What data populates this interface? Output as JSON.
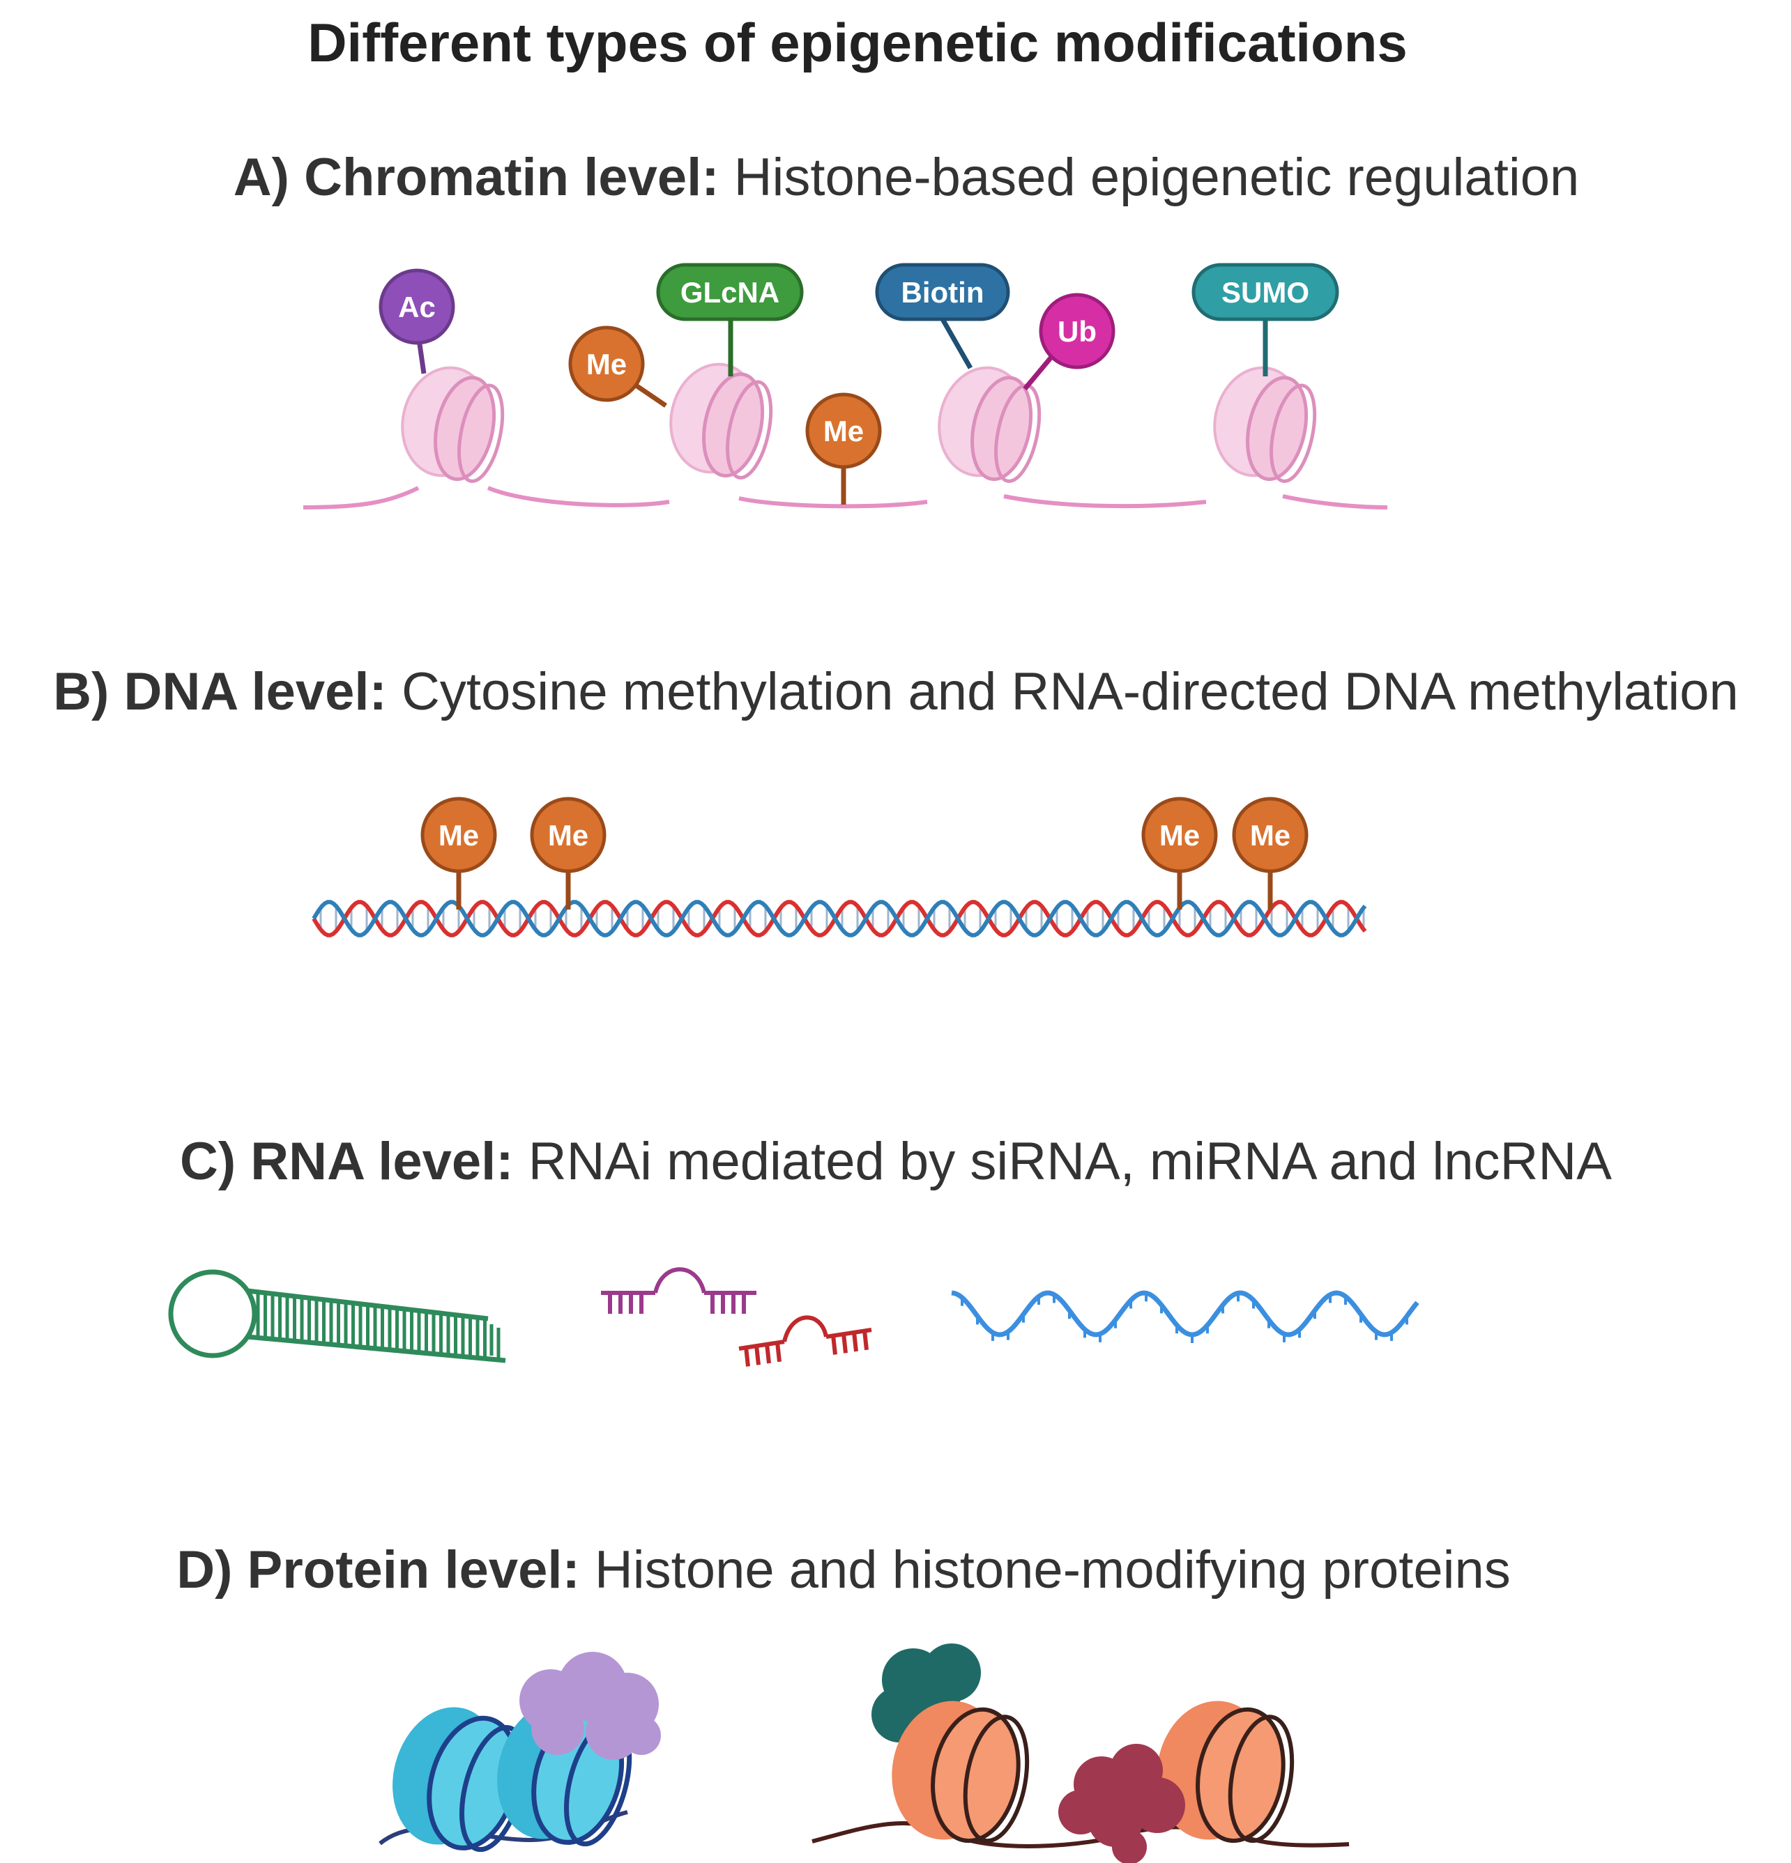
{
  "title": "Different types of epigenetic modifications",
  "sections": {
    "a": {
      "bold": "A) Chromatin level:",
      "rest": " Histone-based epigenetic regulation"
    },
    "b": {
      "bold": "B) DNA level:",
      "rest": " Cytosine methylation and RNA-directed DNA methylation"
    },
    "c": {
      "bold": "C) RNA level:",
      "rest": " RNAi mediated by siRNA, miRNA and lncRNA"
    },
    "d": {
      "bold": "D) Protein level:",
      "rest": " Histone and histone-modifying proteins"
    }
  },
  "tags": {
    "ac": "Ac",
    "me": "Me",
    "glcna": "GLcNA",
    "biotin": "Biotin",
    "ub": "Ub",
    "sumo": "SUMO"
  },
  "colors": {
    "chromatin_line": "#e58fc4",
    "nucleosome_pink": "#f3c6de",
    "ac": "#8e4fb8",
    "me": "#d9722e",
    "glcna": "#3e9b3e",
    "biotin": "#2e72a3",
    "ub": "#d62fa5",
    "sumo": "#2f9ea5",
    "dna_red": "#d93030",
    "dna_blue": "#2f7fb8",
    "shrna_green": "#2e8a5a",
    "mirna_purple": "#9b3a8c",
    "mirna_red": "#c0282b",
    "lncrna_blue": "#3b8fe0",
    "nuc_blue": "#3ab6d6",
    "nuc_orange": "#f08860",
    "protein_lavender": "#b596d4",
    "protein_teal": "#1f6a66",
    "protein_maroon": "#a0384f"
  }
}
